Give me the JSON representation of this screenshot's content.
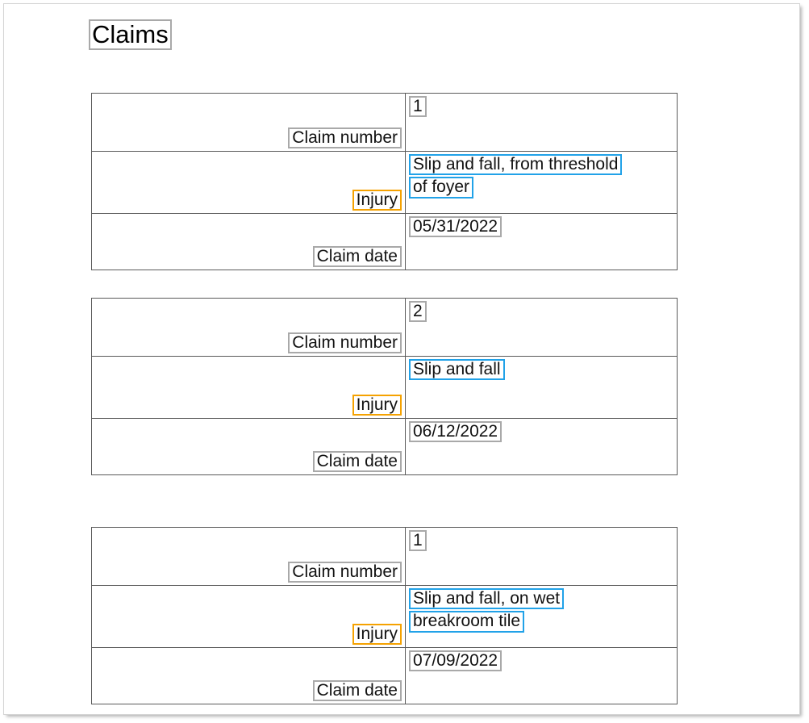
{
  "document": {
    "title": "Claims"
  },
  "field_labels": {
    "claim_number": "Claim number",
    "injury": "Injury",
    "claim_date": "Claim date"
  },
  "annotation_colors": {
    "default_text_box": "#a9a9a9",
    "injury_value_box": "#21a2e8",
    "injury_label_box": "#f5a201",
    "table_border": "#5a5a5a",
    "page_border": "#d4d4d4"
  },
  "claims": [
    {
      "claim_number": "1",
      "injury_lines": [
        "Slip and fall, from threshold",
        "of foyer"
      ],
      "claim_date": "05/31/2022"
    },
    {
      "claim_number": "2",
      "injury_lines": [
        "Slip and fall"
      ],
      "claim_date": "06/12/2022"
    },
    {
      "claim_number": "1",
      "injury_lines": [
        "Slip and fall, on wet",
        "breakroom tile"
      ],
      "claim_date": "07/09/2022"
    }
  ]
}
